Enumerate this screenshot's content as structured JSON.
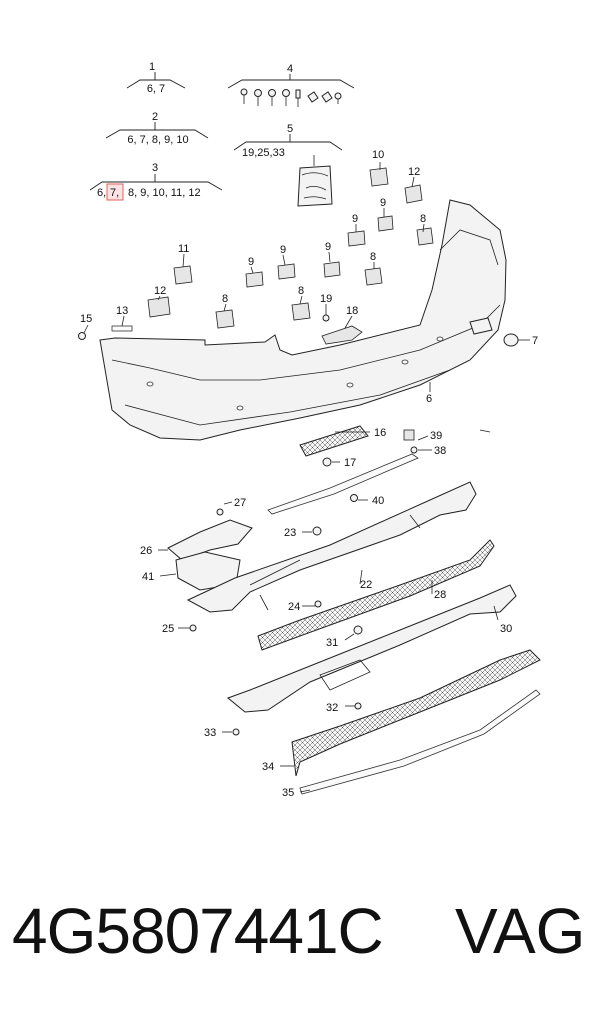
{
  "groups": [
    {
      "number": "1",
      "subparts": "6, 7"
    },
    {
      "number": "2",
      "subparts": "6, 7, 8, 9, 10"
    },
    {
      "number": "3",
      "subparts_pre": "6,",
      "subparts_highlight": "7,",
      "subparts_post": "8, 9, 10, 11, 12"
    },
    {
      "number": "4",
      "subparts": ""
    },
    {
      "number": "5",
      "subparts": "19,25,33"
    }
  ],
  "callouts": [
    "6",
    "7",
    "8",
    "8",
    "8",
    "8",
    "9",
    "9",
    "9",
    "9",
    "9",
    "10",
    "11",
    "12",
    "12",
    "13",
    "15",
    "16",
    "17",
    "18",
    "19",
    "22",
    "23",
    "24",
    "25",
    "26",
    "27",
    "28",
    "30",
    "31",
    "32",
    "33",
    "34",
    "35",
    "38",
    "39",
    "40",
    "41"
  ],
  "footer": {
    "part_number": "4G5807441C",
    "brand": "VAG"
  },
  "colors": {
    "highlight": "#e06060",
    "line": "#222222"
  }
}
